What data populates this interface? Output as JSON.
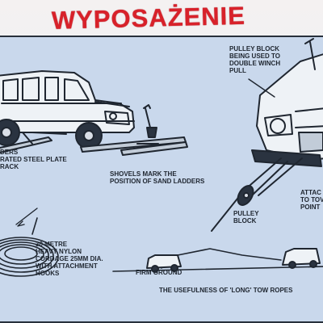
{
  "title": "WYPOSAŻENIE",
  "labels": {
    "pulley_block_top": "PULLEY BLOCK\nBEING USED TO\nDOUBLE WINCH\nPULL",
    "ladders": "DERS\nRATED STEEL PLATE\nRACK",
    "shovels": "SHOVELS MARK THE\nPOSITION OF SAND LADDERS",
    "attach": "ATTAC\nTO TOV\nPOINT",
    "pulley_block": "PULLEY\nBLOCK",
    "rope": "30 METRE\nHEAVY NYLON\nCORDAGE 25MM DIA.\nWITH ATTACHMENT\nHOOKS",
    "firm_ground": "FIRM GROUND",
    "usefulness": "THE USEFULNESS OF 'LONG' TOW ROPES"
  },
  "colors": {
    "title_red": "#d8212a",
    "panel_blue": "#c9d8ec",
    "ink": "#1f2630",
    "paper": "#f1f0f2"
  },
  "illustrations": [
    "offroad-vehicle-on-sand-ladders",
    "shovel",
    "vehicle-front-with-winch",
    "pulley-block",
    "coiled-rope",
    "vehicles-towing"
  ]
}
